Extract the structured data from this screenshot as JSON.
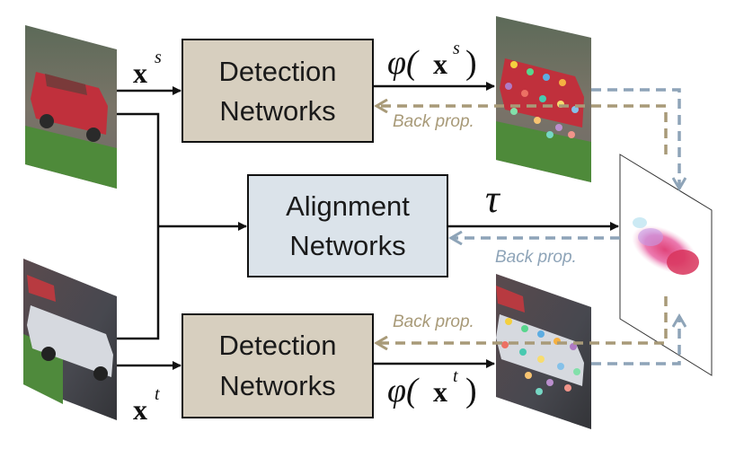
{
  "detection_top": {
    "line1": "Detection",
    "line2": "Networks"
  },
  "alignment": {
    "line1": "Alignment",
    "line2": "Networks"
  },
  "detection_bottom": {
    "line1": "Detection",
    "line2": "Networks"
  },
  "inputs": {
    "source": {
      "base": "x",
      "sup": "s"
    },
    "target": {
      "base": "x",
      "sup": "t"
    }
  },
  "outputs": {
    "source": {
      "pre": "φ(",
      "base": "x",
      "sup": "s",
      "post": ")"
    },
    "target": {
      "pre": "φ(",
      "base": "x",
      "sup": "t",
      "post": ")"
    }
  },
  "tau": "τ",
  "backprop": {
    "top": "Back prop.",
    "middle": "Back prop.",
    "bottom": "Back prop."
  },
  "colors": {
    "detection_box": "#d7cfbf",
    "alignment_box": "#dbe3ea",
    "backprop_tan": "#a89a78",
    "backprop_blue": "#8ea4b8"
  }
}
